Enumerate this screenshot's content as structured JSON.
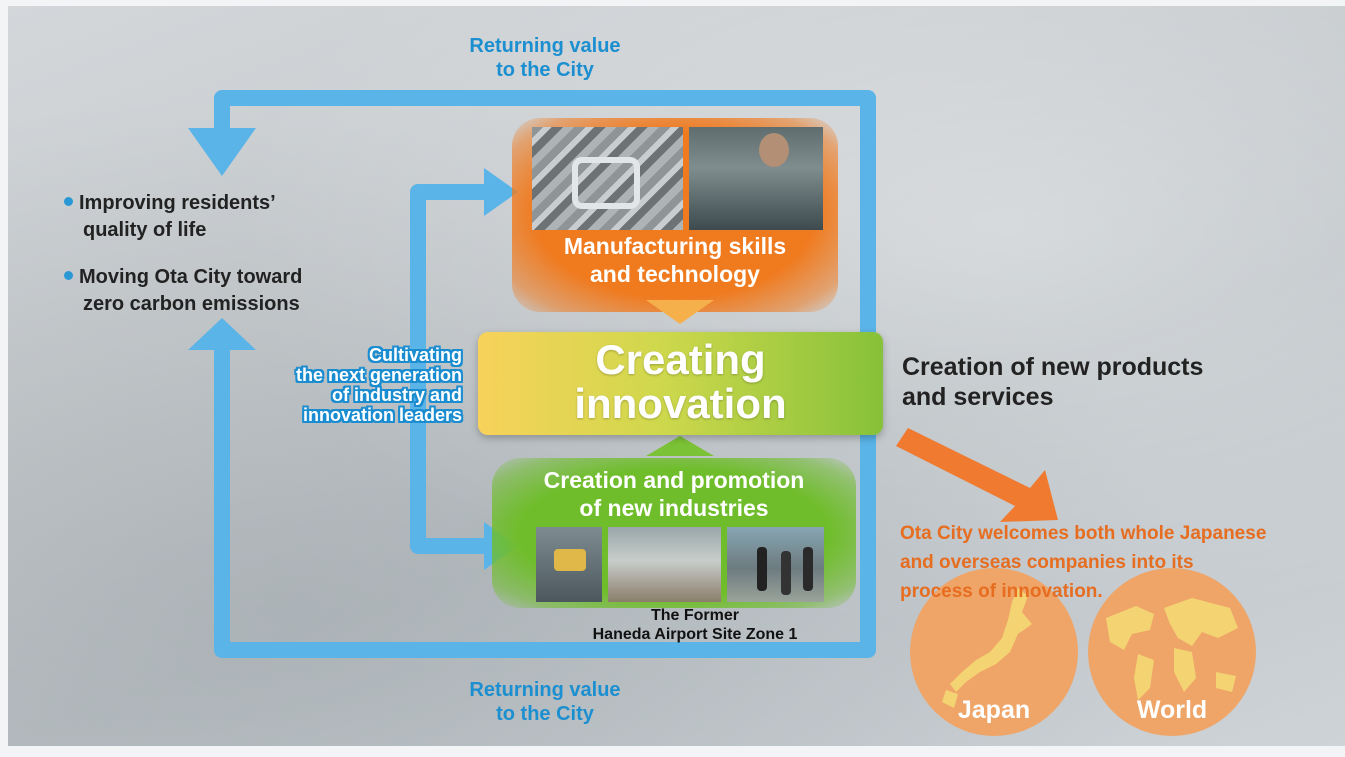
{
  "diagram": {
    "loop_label_top": [
      "Returning value",
      "to the City"
    ],
    "loop_label_bottom": [
      "Returning value",
      "to the City"
    ],
    "benefits": [
      [
        "Improving residents’",
        "quality of life"
      ],
      [
        "Moving Ota City toward",
        "zero carbon emissions"
      ]
    ],
    "cultivating": [
      "Cultivating",
      "the next generation",
      "of industry and",
      "innovation leaders"
    ],
    "manufacturing_title": [
      "Manufacturing skills",
      "and technology"
    ],
    "center_title": [
      "Creating",
      "innovation"
    ],
    "new_industries_title": [
      "Creation and promotion",
      "of new industries"
    ],
    "zone_label": [
      "The Former",
      "Haneda Airport Site Zone 1"
    ],
    "creation_text": [
      "Creation of new products",
      "and services"
    ],
    "welcome_text": [
      "Ota City welcomes both whole Japanese",
      "and overseas companies into its",
      "process of innovation."
    ],
    "circles": [
      "Japan",
      "World"
    ]
  },
  "colors": {
    "loop_blue": "#5ab4e8",
    "label_blue": "#1c8fd0",
    "orange": "#f07a1e",
    "green": "#6fbd2b",
    "yellow": "#f8d25a",
    "circle_orange": "#f2a363",
    "text_orange": "#e76d20"
  },
  "icons": [
    "bullet-dot",
    "map-japan",
    "map-world"
  ]
}
